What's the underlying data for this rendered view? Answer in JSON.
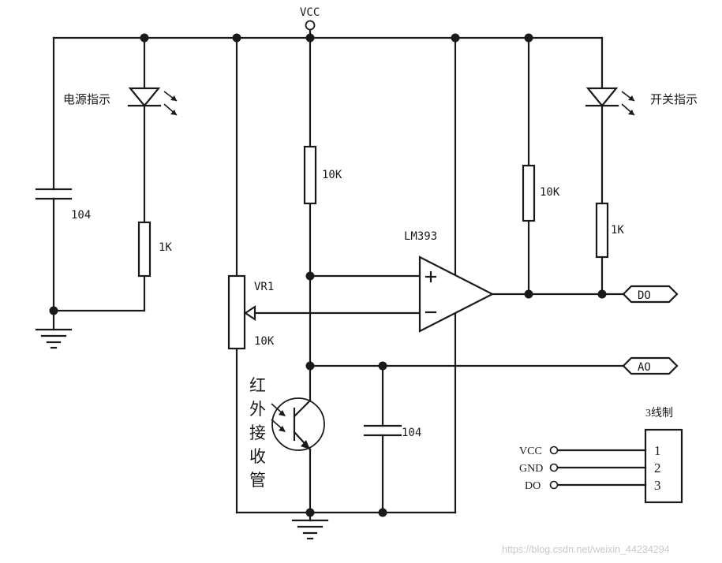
{
  "labels": {
    "vcc_top": "VCC",
    "power_led": "电源指示",
    "switch_led": "开关指示",
    "c1_value": "104",
    "r_power_led": "1K",
    "vr1_name": "VR1",
    "vr1_value": "10K",
    "r_pullup_left": "10K",
    "r_pullup_out": "10K",
    "r_switch_led": "1K",
    "comparator": "LM393",
    "plus": "+",
    "minus": "−",
    "do_port": "DO",
    "ao_port": "AO",
    "ir_receiver": [
      "红",
      "外",
      "接",
      "收",
      "管"
    ],
    "c2_value": "104",
    "connector_title": "3线制",
    "connector_pins": [
      {
        "name": "VCC",
        "num": "1"
      },
      {
        "name": "GND",
        "num": "2"
      },
      {
        "name": "DO",
        "num": "3"
      }
    ]
  },
  "watermark": "https://blog.csdn.net/weixin_44234294"
}
